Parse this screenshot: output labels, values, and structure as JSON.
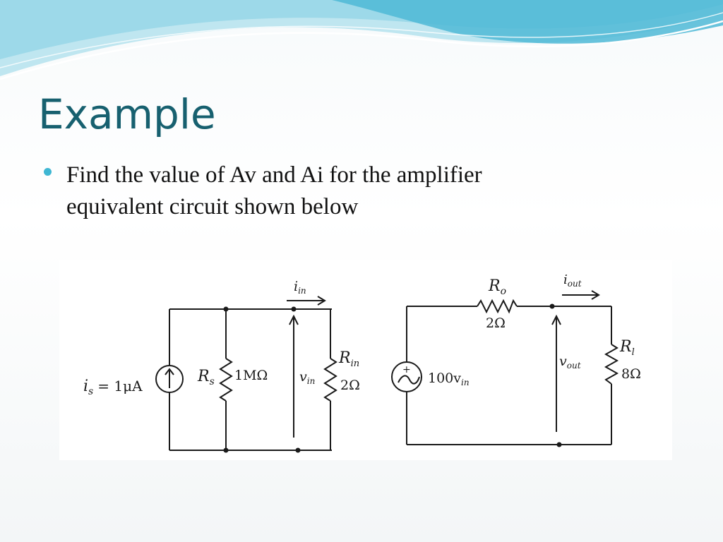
{
  "slide": {
    "title": "Example",
    "bullets": [
      {
        "text": "Find the value of Av and Ai for the amplifier equivalent circuit shown below"
      }
    ]
  },
  "circuit": {
    "input": {
      "source_label": "i",
      "source_sub": "s",
      "source_value": "= 1μA",
      "rs_label": "R",
      "rs_sub": "s",
      "rs_value": "1MΩ",
      "current_label": "i",
      "current_sub": "in",
      "voltage_label": "v",
      "voltage_sub": "in",
      "rin_label": "R",
      "rin_sub": "in",
      "rin_value": "2Ω"
    },
    "output": {
      "ro_label": "R",
      "ro_sub": "o",
      "ro_value": "2Ω",
      "current_label": "i",
      "current_sub": "out",
      "source_value": "100v",
      "source_sub": "in",
      "plus_sign": "+",
      "voltage_label": "v",
      "voltage_sub": "out",
      "rl_label": "R",
      "rl_sub": "l",
      "rl_value": "8Ω"
    }
  },
  "colors": {
    "title": "#17606f",
    "bullet": "#3fb7d3",
    "wave_light": "#bfe6f0",
    "wave_dark": "#4fb8d6"
  }
}
